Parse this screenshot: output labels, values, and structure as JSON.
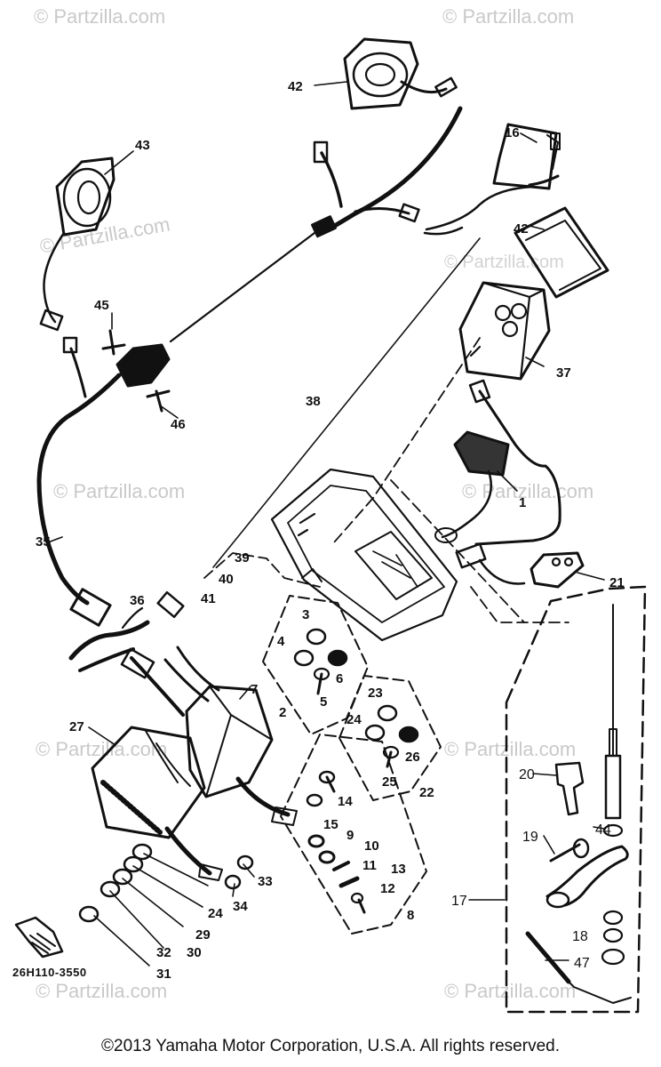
{
  "watermark": "© Partzilla.com",
  "callouts": {
    "c42a": "42",
    "c43": "43",
    "c16": "16",
    "c42b": "42",
    "c37": "37",
    "c38": "38",
    "c45": "45",
    "c46": "46",
    "c1": "1",
    "c35": "35",
    "c21": "21",
    "c39": "39",
    "c40": "40",
    "c41": "41",
    "c36": "36",
    "c3": "3",
    "c4": "4",
    "c6": "6",
    "c5": "5",
    "c2": "2",
    "c7": "7",
    "c23": "23",
    "c24a": "24",
    "c26": "26",
    "c25": "25",
    "c22": "22",
    "c27": "27",
    "c14": "14",
    "c15": "15",
    "c9": "9",
    "c10": "10",
    "c11": "11",
    "c13": "13",
    "c12": "12",
    "c8": "8",
    "c20": "20",
    "c44": "44",
    "c19": "19",
    "c17": "17",
    "c18": "18",
    "c47": "47",
    "c33": "33",
    "c34": "34",
    "c24b": "24",
    "c29": "29",
    "c30": "30",
    "c32": "32",
    "c31": "31"
  },
  "part_code": "26H110-3550",
  "copyright": "©2013 Yamaha Motor Corporation, U.S.A. All rights reserved."
}
